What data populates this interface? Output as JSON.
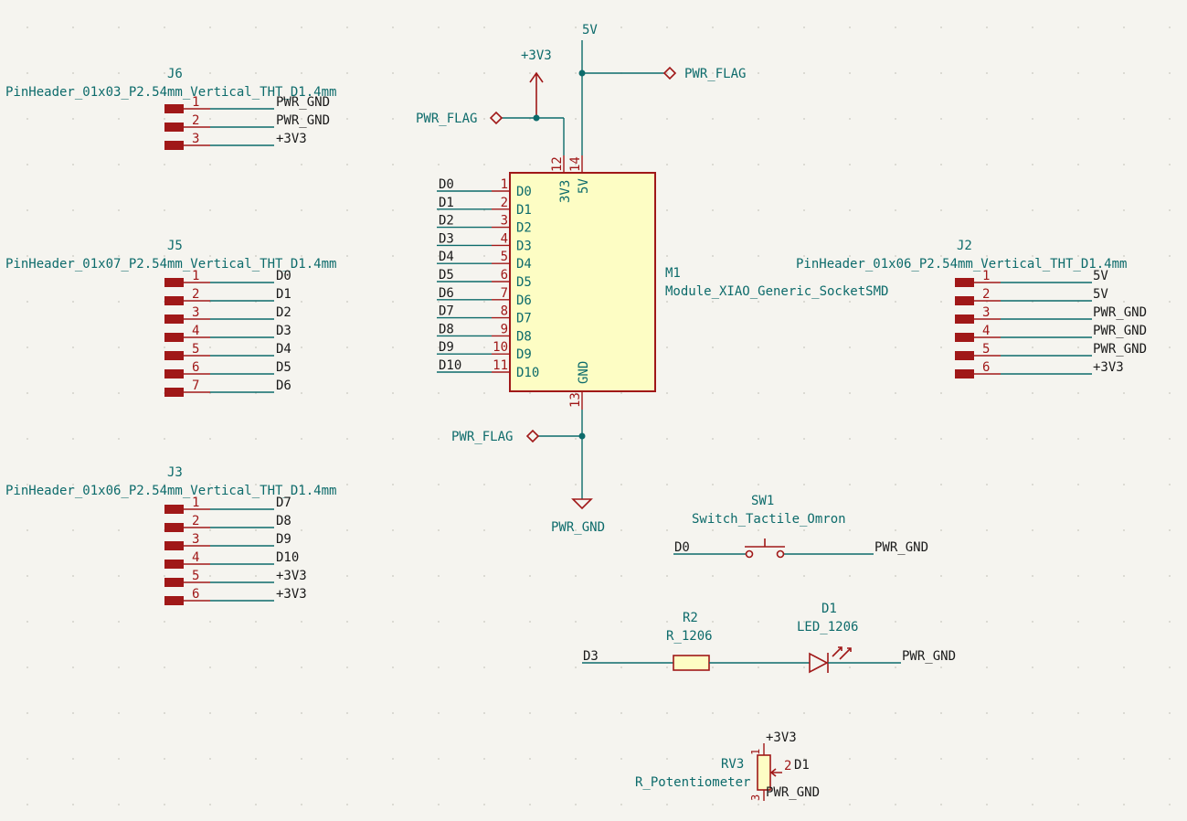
{
  "headers": [
    {
      "ref": "J6",
      "value": "PinHeader_01x03_P2.54mm_Vertical_THT_D1.4mm",
      "pins": [
        {
          "num": "1",
          "net": "PWR_GND"
        },
        {
          "num": "2",
          "net": "PWR_GND"
        },
        {
          "num": "3",
          "net": "+3V3"
        }
      ]
    },
    {
      "ref": "J5",
      "value": "PinHeader_01x07_P2.54mm_Vertical_THT_D1.4mm",
      "pins": [
        {
          "num": "1",
          "net": "D0"
        },
        {
          "num": "2",
          "net": "D1"
        },
        {
          "num": "3",
          "net": "D2"
        },
        {
          "num": "4",
          "net": "D3"
        },
        {
          "num": "5",
          "net": "D4"
        },
        {
          "num": "6",
          "net": "D5"
        },
        {
          "num": "7",
          "net": "D6"
        }
      ]
    },
    {
      "ref": "J3",
      "value": "PinHeader_01x06_P2.54mm_Vertical_THT_D1.4mm",
      "pins": [
        {
          "num": "1",
          "net": "D7"
        },
        {
          "num": "2",
          "net": "D8"
        },
        {
          "num": "3",
          "net": "D9"
        },
        {
          "num": "4",
          "net": "D10"
        },
        {
          "num": "5",
          "net": "+3V3"
        },
        {
          "num": "6",
          "net": "+3V3"
        }
      ]
    },
    {
      "ref": "J2",
      "value": "PinHeader_01x06_P2.54mm_Vertical_THT_D1.4mm",
      "pins": [
        {
          "num": "1",
          "net": "5V"
        },
        {
          "num": "2",
          "net": "5V"
        },
        {
          "num": "3",
          "net": "PWR_GND"
        },
        {
          "num": "4",
          "net": "PWR_GND"
        },
        {
          "num": "5",
          "net": "PWR_GND"
        },
        {
          "num": "6",
          "net": "+3V3"
        }
      ]
    }
  ],
  "module": {
    "ref": "M1",
    "value": "Module_XIAO_Generic_SocketSMD",
    "left_pins": [
      {
        "num": "1",
        "name": "D0",
        "net": "D0"
      },
      {
        "num": "2",
        "name": "D1",
        "net": "D1"
      },
      {
        "num": "3",
        "name": "D2",
        "net": "D2"
      },
      {
        "num": "4",
        "name": "D3",
        "net": "D3"
      },
      {
        "num": "5",
        "name": "D4",
        "net": "D4"
      },
      {
        "num": "6",
        "name": "D5",
        "net": "D5"
      },
      {
        "num": "7",
        "name": "D6",
        "net": "D6"
      },
      {
        "num": "8",
        "name": "D7",
        "net": "D7"
      },
      {
        "num": "9",
        "name": "D8",
        "net": "D8"
      },
      {
        "num": "10",
        "name": "D9",
        "net": "D9"
      },
      {
        "num": "11",
        "name": "D10",
        "net": "D10"
      }
    ],
    "pin_3v3": {
      "num": "12",
      "name": "3V3"
    },
    "pin_5v": {
      "num": "14",
      "name": "5V"
    },
    "pin_gnd": {
      "num": "13",
      "name": "GND"
    }
  },
  "power": {
    "top_5v": "5V",
    "top_3v3": "+3V3",
    "flag_5v": "PWR_FLAG",
    "flag_3v3": "PWR_FLAG",
    "flag_gnd": "PWR_FLAG",
    "gnd_symbol": "PWR_GND"
  },
  "switch": {
    "ref": "SW1",
    "value": "Switch_Tactile_Omron",
    "net_left": "D0",
    "net_right": "PWR_GND"
  },
  "resistor": {
    "ref": "R2",
    "value": "R_1206",
    "net_left": "D3"
  },
  "led": {
    "ref": "D1",
    "value": "LED_1206",
    "net_right": "PWR_GND"
  },
  "pot": {
    "ref": "RV3",
    "value": "R_Potentiometer",
    "net_top": "+3V3",
    "net_wiper": "D1",
    "net_bottom": "PWR_GND",
    "pin_top": "1",
    "pin_wiper": "2",
    "pin_bottom": "3"
  },
  "colors": {
    "background": "#f5f4ef",
    "wire": "#0d6b6b",
    "symbol": "#a01818",
    "body_fill": "#fdfdc4"
  }
}
